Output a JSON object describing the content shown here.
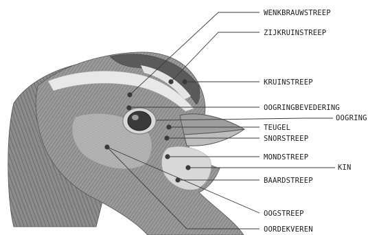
{
  "diagram": {
    "labels": {
      "wenkbrauwstreep": "WENKBRAUWSTREEP",
      "zijkruinstreep": "ZIJKRUINSTREEP",
      "kruinstreep": "KRUINSTREEP",
      "oogringbevedering": "OOGRINGBEVEDERING",
      "oogring": "OOGRING",
      "teugel": "TEUGEL",
      "snorstreep": "SNORSTREEP",
      "mondstreep": "MONDSTREEP",
      "kin": "KIN",
      "baardstreep": "BAARDSTREEP",
      "oogstreep": "OOGSTREEP",
      "oordekveren": "OORDEKVEREN"
    }
  }
}
